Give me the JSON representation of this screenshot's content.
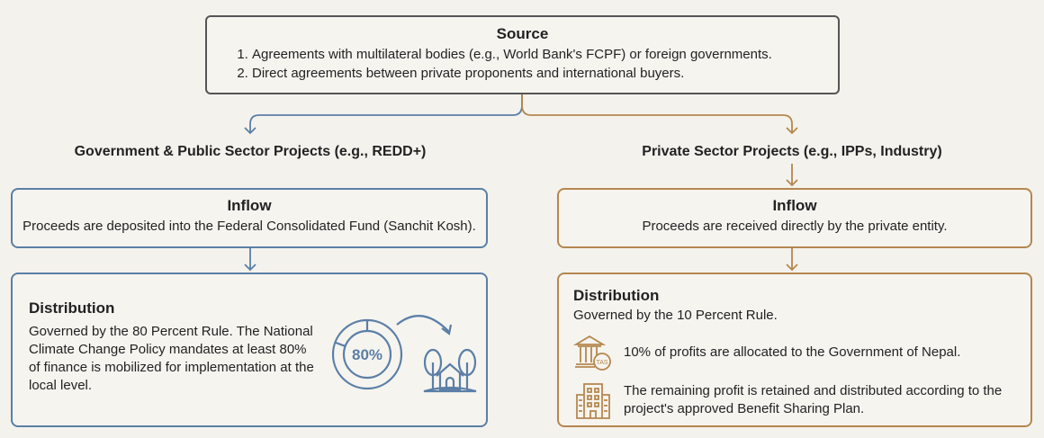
{
  "source": {
    "title": "Source",
    "items": [
      "Agreements with multilateral bodies (e.g., World Bank's FCPF) or foreign governments.",
      "Direct agreements between private proponents and international buyers."
    ]
  },
  "government": {
    "heading": "Government & Public Sector Projects (e.g., REDD+)",
    "inflow_title": "Inflow",
    "inflow_text": "Proceeds are deposited into the Federal Consolidated Fund (Sanchit Kosh).",
    "dist_title": "Distribution",
    "dist_text": "Governed by the 80 Percent Rule. The National Climate Change Policy mandates at least 80% of finance is mobilized for implementation at the local level.",
    "gauge_label": "80%"
  },
  "private": {
    "heading": "Private Sector Projects (e.g., IPPs, Industry)",
    "inflow_title": "Inflow",
    "inflow_text": "Proceeds are received directly by the private entity.",
    "dist_title": "Distribution",
    "dist_text": "Governed by the 10 Percent Rule.",
    "items": [
      {
        "icon": "government-building-tax-icon",
        "badge": "TAS",
        "text": "10% of profits are allocated to the Government of Nepal."
      },
      {
        "icon": "office-building-icon",
        "text": "The remaining profit is retained and distributed according to the project's approved Benefit Sharing Plan."
      }
    ]
  },
  "colors": {
    "blue": "#5b7fa6",
    "brown": "#b5874f",
    "background": "#f4f2ed"
  }
}
